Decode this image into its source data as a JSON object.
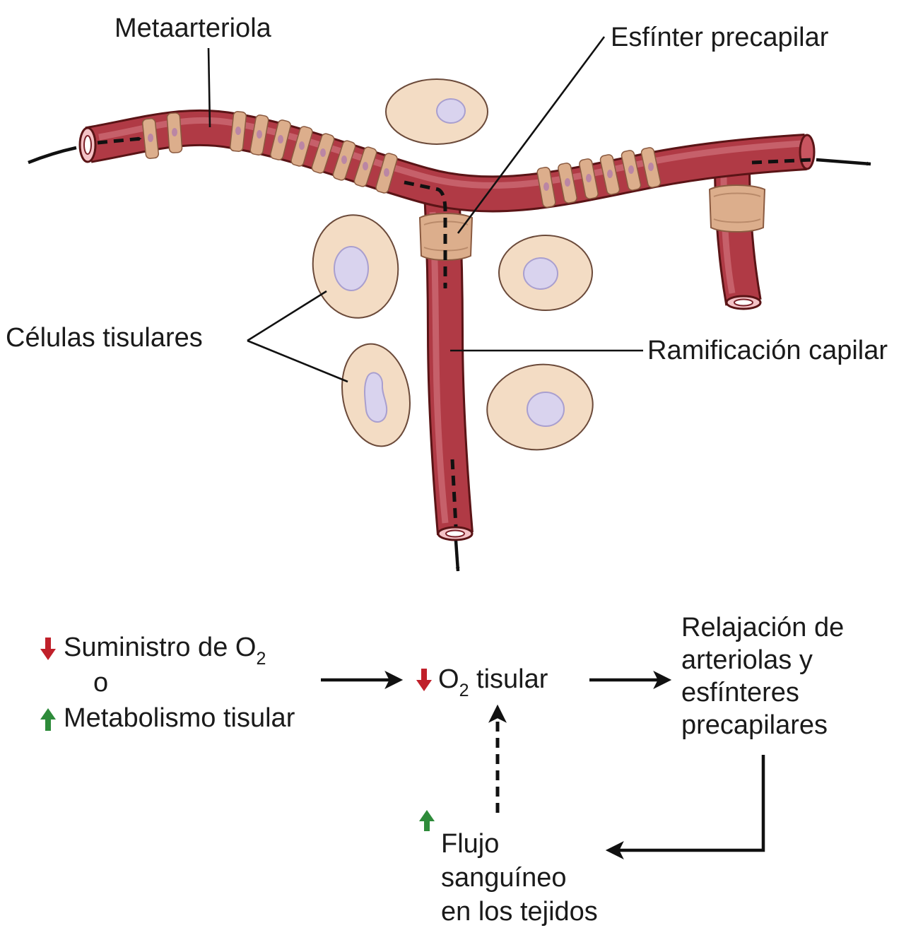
{
  "labels": {
    "metaarteriola": "Metaarteriola",
    "esfinter": "Esfínter precapilar",
    "celulas": "Células tisulares",
    "ramificacion": "Ramificación capilar"
  },
  "flowchart": {
    "left": {
      "line1_text": "Suministro de O",
      "line1_subscript": "2",
      "line2": "o",
      "line3": "Metabolismo tisular"
    },
    "center": {
      "text_prefix": "O",
      "text_subscript": "2",
      "text_suffix": " tisular"
    },
    "right": {
      "lines": [
        "Relajación de",
        "arteriolas y",
        "esfínteres",
        "precapilares"
      ]
    },
    "bottom": {
      "lines": [
        "Flujo",
        "sanguíneo",
        "en los tejidos"
      ]
    }
  },
  "colors": {
    "decrease_arrow": "#c0202a",
    "increase_arrow": "#2e8b3a",
    "vessel": "#b03a45",
    "smooth_muscle_band": "#dcae8c",
    "cell": "#f3dcc4",
    "nucleus": "#d9d3ee"
  }
}
